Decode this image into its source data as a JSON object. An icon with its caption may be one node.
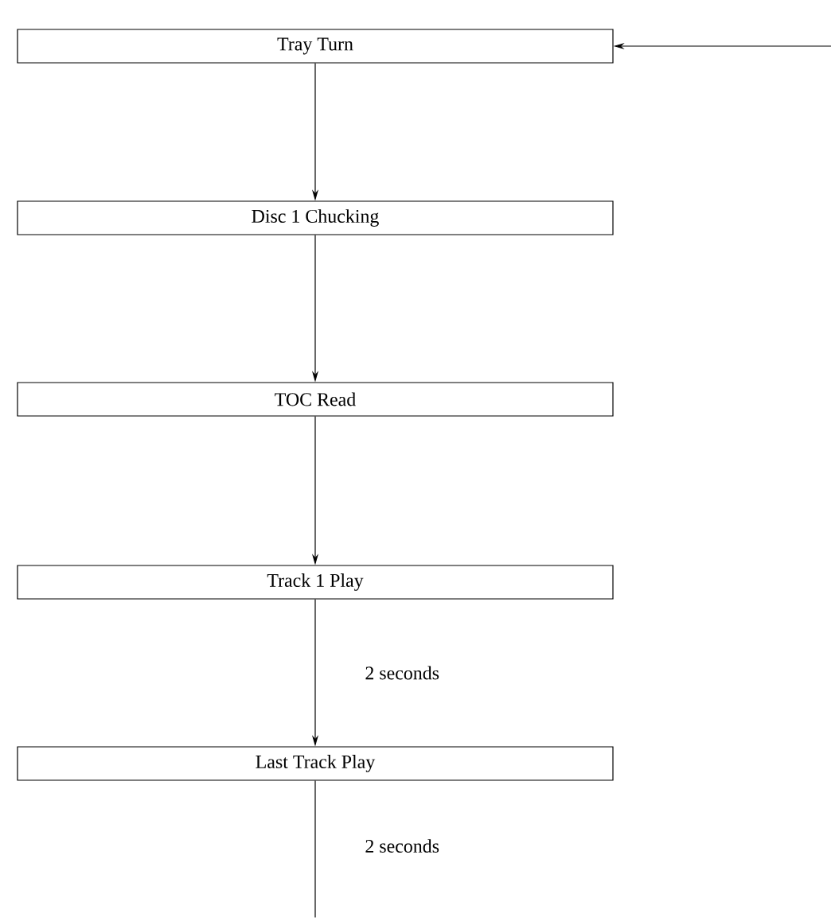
{
  "diagram": {
    "nodes": [
      {
        "text": [
          "Tray Turn"
        ]
      },
      {
        "text": [
          "Disc 1 Chucking"
        ]
      },
      {
        "text": [
          "TOC Read"
        ]
      },
      {
        "text": [
          "Track 1 Play"
        ]
      },
      {
        "text": [
          "Last Track Play"
        ]
      }
    ],
    "edges": [
      {
        "from": null,
        "to": 0,
        "arrow": "to"
      },
      {
        "from": 0,
        "to": 1,
        "arrow": "to"
      },
      {
        "from": 1,
        "to": 2,
        "arrow": "to"
      },
      {
        "from": 2,
        "to": 3,
        "arrow": "to"
      },
      {
        "from": 3,
        "to": 4,
        "arrow": "to",
        "label": "2 seconds"
      },
      {
        "from": 4,
        "to": null,
        "arrow": "none",
        "label": "2 seconds"
      }
    ]
  }
}
